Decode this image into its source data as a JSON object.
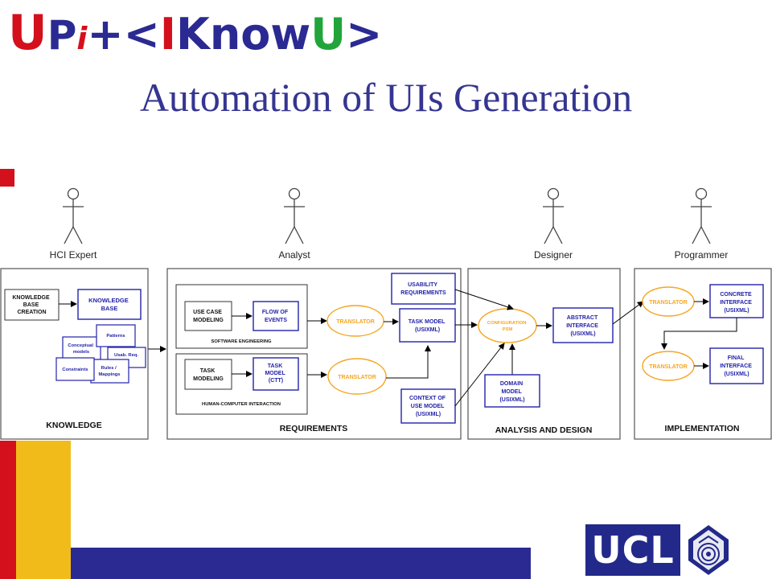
{
  "logo": {
    "parts": [
      {
        "text": "U",
        "color": "#d4101c"
      },
      {
        "text": "P",
        "color": "#2b2a92"
      },
      {
        "text": "i",
        "color": "#d4101c"
      },
      {
        "text": " +",
        "color": "#2b2a92"
      },
      {
        "text": "<",
        "color": "#2b2a92"
      },
      {
        "text": "I",
        "color": "#d4101c"
      },
      {
        "text": "Know",
        "color": "#2b2a92"
      },
      {
        "text": "U",
        "color": "#21a53a"
      },
      {
        "text": ">",
        "color": "#2b2a92"
      }
    ]
  },
  "title": "Automation of UIs Generation",
  "actors": {
    "hci_expert": "HCI Expert",
    "analyst": "Analyst",
    "designer": "Designer",
    "programmer": "Programmer"
  },
  "knowledge": {
    "label": "KNOWLEDGE",
    "kb_creation": [
      "KNOWLEDGE",
      "BASE",
      "CREATION"
    ],
    "kb": [
      "KNOWLEDGE",
      "BASE"
    ],
    "patterns": "Patterns",
    "conceptual": [
      "Conceptual",
      "models"
    ],
    "usab_req": "Usab. Req.",
    "rules": [
      "Rules /",
      "Mappings"
    ],
    "constraints": "Constraints"
  },
  "requirements": {
    "label": "REQUIREMENTS",
    "sw_eng": "SOFTWARE ENGINEERING",
    "hci": "HUMAN-COMPUTER INTERACTION",
    "use_case": [
      "USE CASE",
      "MODELING"
    ],
    "flow": [
      "FLOW OF",
      "EVENTS"
    ],
    "task_modeling": [
      "TASK",
      "MODELING"
    ],
    "task_ctt": [
      "TASK",
      "MODEL",
      "(CTT)"
    ],
    "translator1": "TRANSLATOR",
    "translator2": "TRANSLATOR",
    "usability_req": [
      "USABILITY",
      "REQUIREMENTS"
    ],
    "task_usixml": [
      "TASK MODEL",
      "(USIXML)"
    ],
    "context": [
      "CONTEXT OF",
      "USE MODEL",
      "(USIXML)"
    ]
  },
  "analysis": {
    "label": "ANALYSIS AND DESIGN",
    "config": [
      "CONFIGURATION",
      "PSM"
    ],
    "abstract": [
      "ABSTRACT",
      "INTERFACE",
      "(USIXML)"
    ],
    "domain": [
      "DOMAIN",
      "MODEL",
      "(USIXML)"
    ]
  },
  "implementation": {
    "label": "IMPLEMENTATION",
    "translator1": "TRANSLATOR",
    "translator2": "TRANSLATOR",
    "concrete": [
      "CONCRETE",
      "INTERFACE",
      "(USIXML)"
    ],
    "final": [
      "FINAL",
      "INTERFACE",
      "(USIXML)"
    ]
  },
  "footer": {
    "ucl": "UCL"
  },
  "colors": {
    "title": "#353592",
    "blue_box": "#2222aa",
    "orange": "#f5a623",
    "red": "#d4101c",
    "yellow": "#f1bc1a",
    "navy": "#2b2a92"
  }
}
